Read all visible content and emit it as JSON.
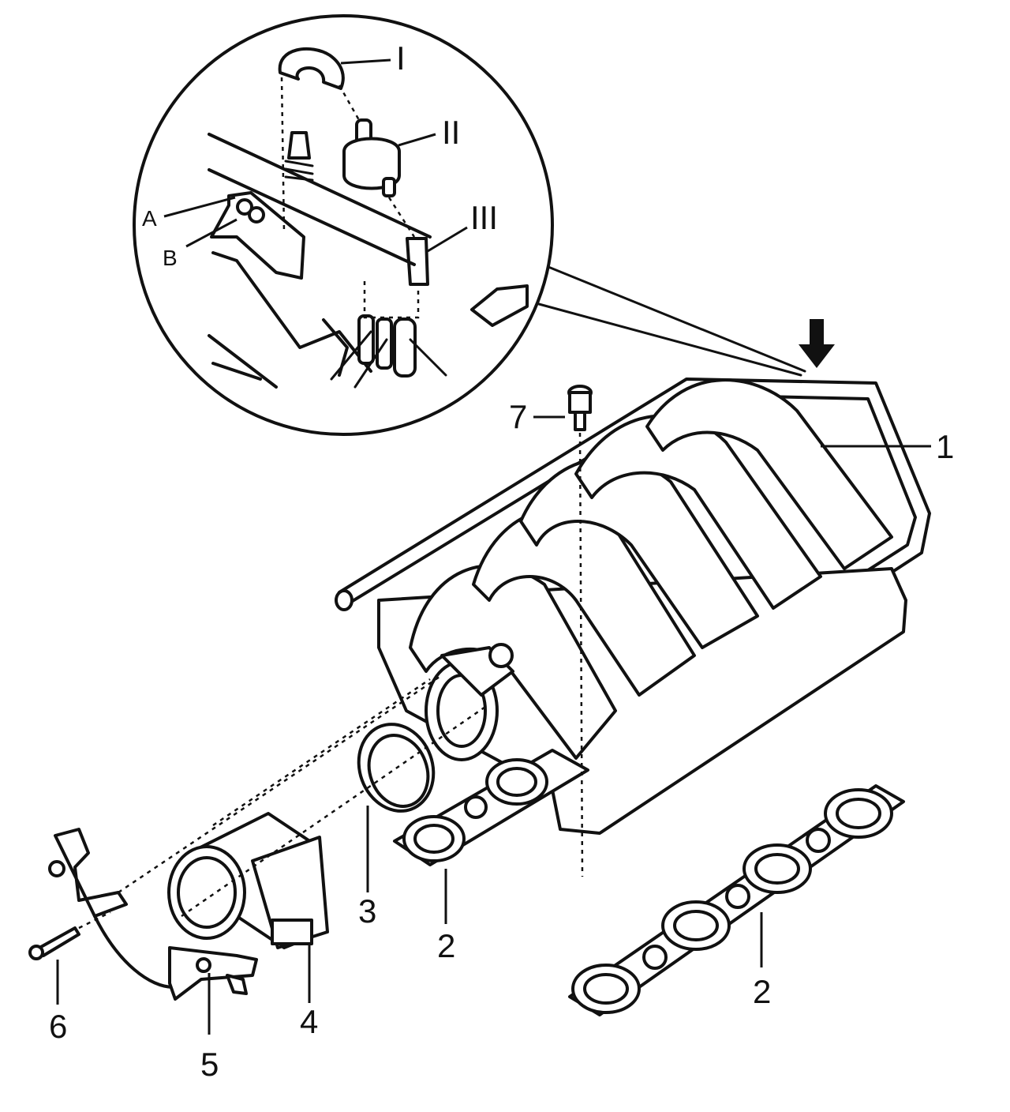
{
  "callouts": {
    "p1": "1",
    "p2a": "2",
    "p2b": "2",
    "p3": "3",
    "p4": "4",
    "p5": "5",
    "p6": "6",
    "p7": "7",
    "dI": "I",
    "dII": "II",
    "dIII": "III",
    "dA": "A",
    "dB": "B"
  },
  "icons": {
    "pointer_arrow": "down-arrow-icon",
    "direction_arrow": "direction-arrow-icon"
  }
}
